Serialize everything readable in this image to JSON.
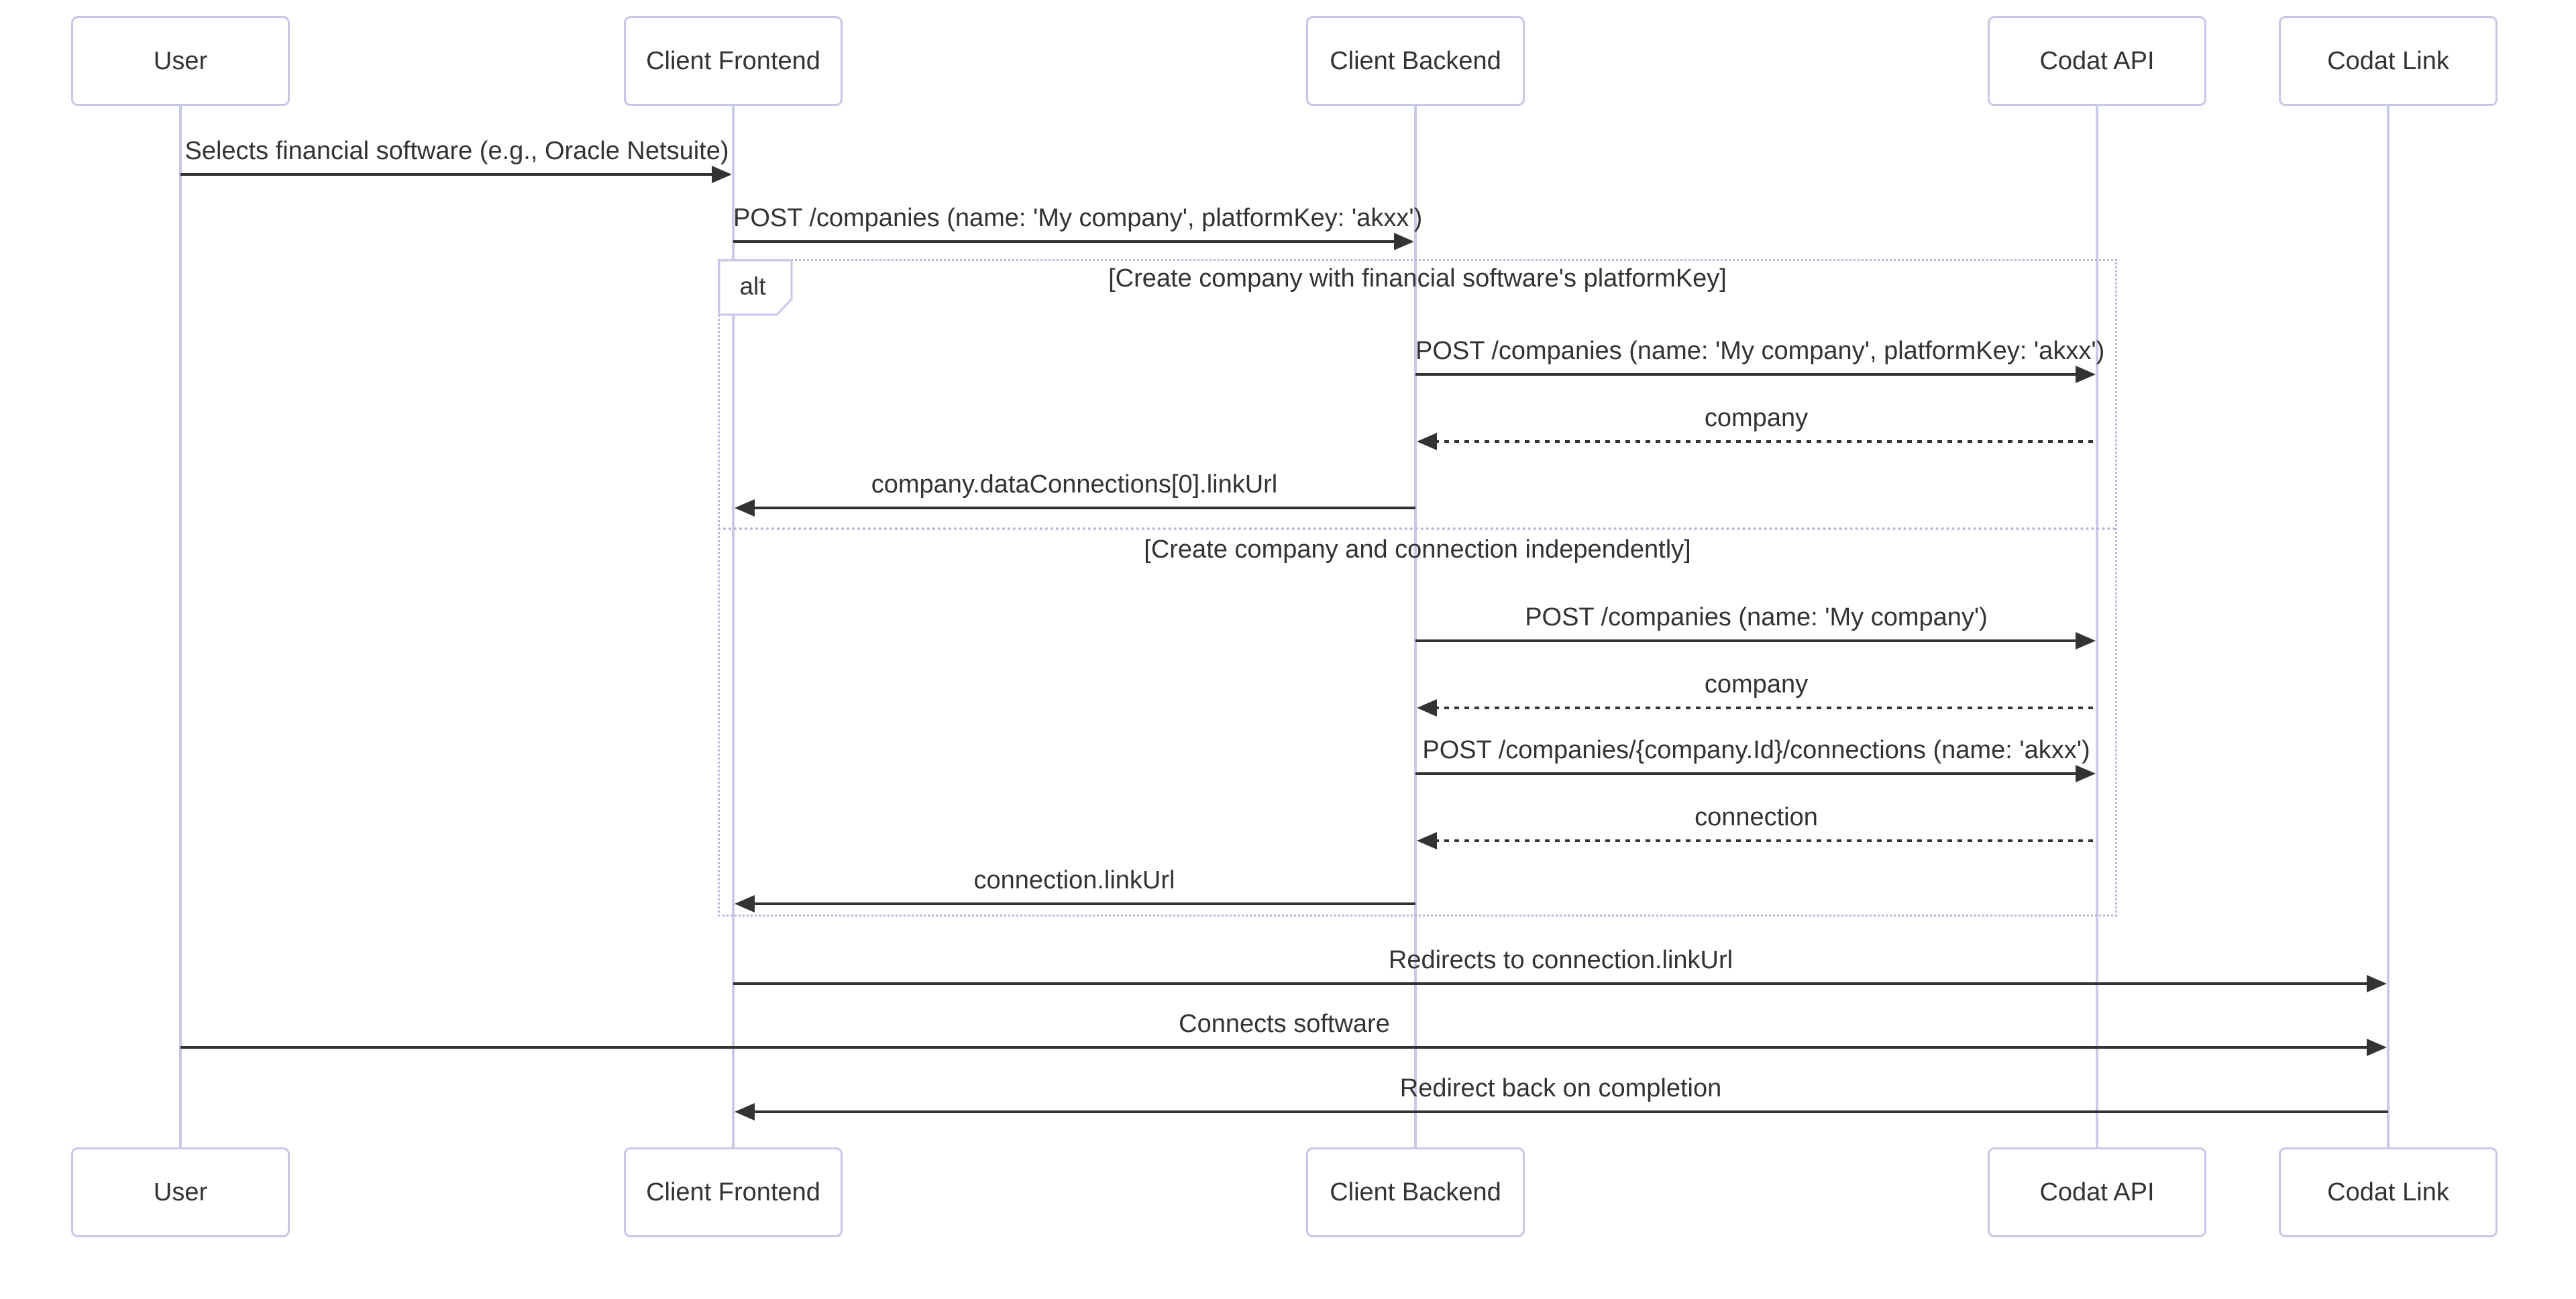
{
  "diagram": {
    "type": "sequence",
    "actors": [
      {
        "id": "user",
        "label": "User"
      },
      {
        "id": "client-frontend",
        "label": "Client Frontend"
      },
      {
        "id": "client-backend",
        "label": "Client Backend"
      },
      {
        "id": "codat-api",
        "label": "Codat API"
      },
      {
        "id": "codat-link",
        "label": "Codat Link"
      }
    ],
    "alt_block": {
      "operator": "alt",
      "sections": [
        {
          "title": "[Create company with financial software's platformKey]"
        },
        {
          "title": "[Create company and connection independently]"
        }
      ]
    },
    "messages": [
      {
        "from": "user",
        "to": "client-frontend",
        "text": "Selects financial software (e.g., Oracle Netsuite)",
        "line": "solid"
      },
      {
        "from": "client-frontend",
        "to": "client-backend",
        "text": "POST /companies (name: 'My company', platformKey: 'akxx')",
        "line": "solid"
      },
      {
        "from": "client-backend",
        "to": "codat-api",
        "text": "POST /companies (name: 'My company', platformKey: 'akxx')",
        "line": "solid"
      },
      {
        "from": "codat-api",
        "to": "client-backend",
        "text": "company",
        "line": "dashed"
      },
      {
        "from": "client-backend",
        "to": "client-frontend",
        "text": "company.dataConnections[0].linkUrl",
        "line": "solid"
      },
      {
        "from": "client-backend",
        "to": "codat-api",
        "text": "POST /companies (name: 'My company')",
        "line": "solid"
      },
      {
        "from": "codat-api",
        "to": "client-backend",
        "text": "company",
        "line": "dashed"
      },
      {
        "from": "client-backend",
        "to": "codat-api",
        "text": "POST /companies/{company.Id}/connections (name: 'akxx')",
        "line": "solid"
      },
      {
        "from": "codat-api",
        "to": "client-backend",
        "text": "connection",
        "line": "dashed"
      },
      {
        "from": "client-backend",
        "to": "client-frontend",
        "text": "connection.linkUrl",
        "line": "solid"
      },
      {
        "from": "client-frontend",
        "to": "codat-link",
        "text": "Redirects to connection.linkUrl",
        "line": "solid"
      },
      {
        "from": "user",
        "to": "codat-link",
        "text": "Connects software",
        "line": "solid"
      },
      {
        "from": "codat-link",
        "to": "client-frontend",
        "text": "Redirect back on completion",
        "line": "solid"
      }
    ]
  },
  "colors": {
    "background": "#ffffff",
    "actor_border": "#c7c7e8",
    "lifeline": "#c9c9e8",
    "frame_border": "#b7b7de",
    "text": "#333333",
    "arrow": "#333333"
  }
}
